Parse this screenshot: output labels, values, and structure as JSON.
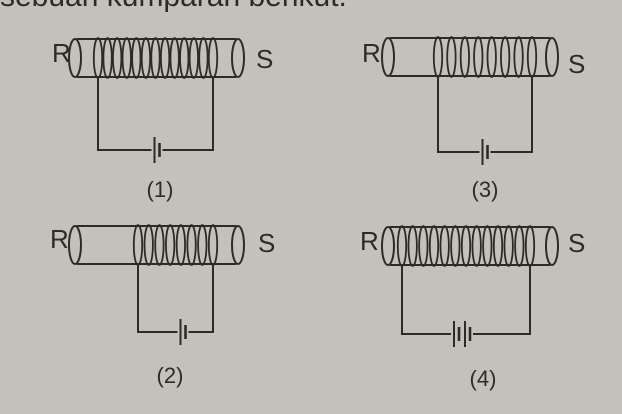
{
  "header_fragment": "sebuah kumparan berikut.",
  "labels": {
    "left_end": "R",
    "right_end": "S"
  },
  "circuits": [
    {
      "caption": "(1)",
      "turns": 13,
      "battery_cells": 1
    },
    {
      "caption": "(2)",
      "turns": 8,
      "battery_cells": 1
    },
    {
      "caption": "(3)",
      "turns": 8,
      "battery_cells": 1
    },
    {
      "caption": "(4)",
      "turns": 13,
      "battery_cells": 2
    }
  ],
  "colors": {
    "paper": "#c4c1ba",
    "ink": "#2c2b28"
  }
}
